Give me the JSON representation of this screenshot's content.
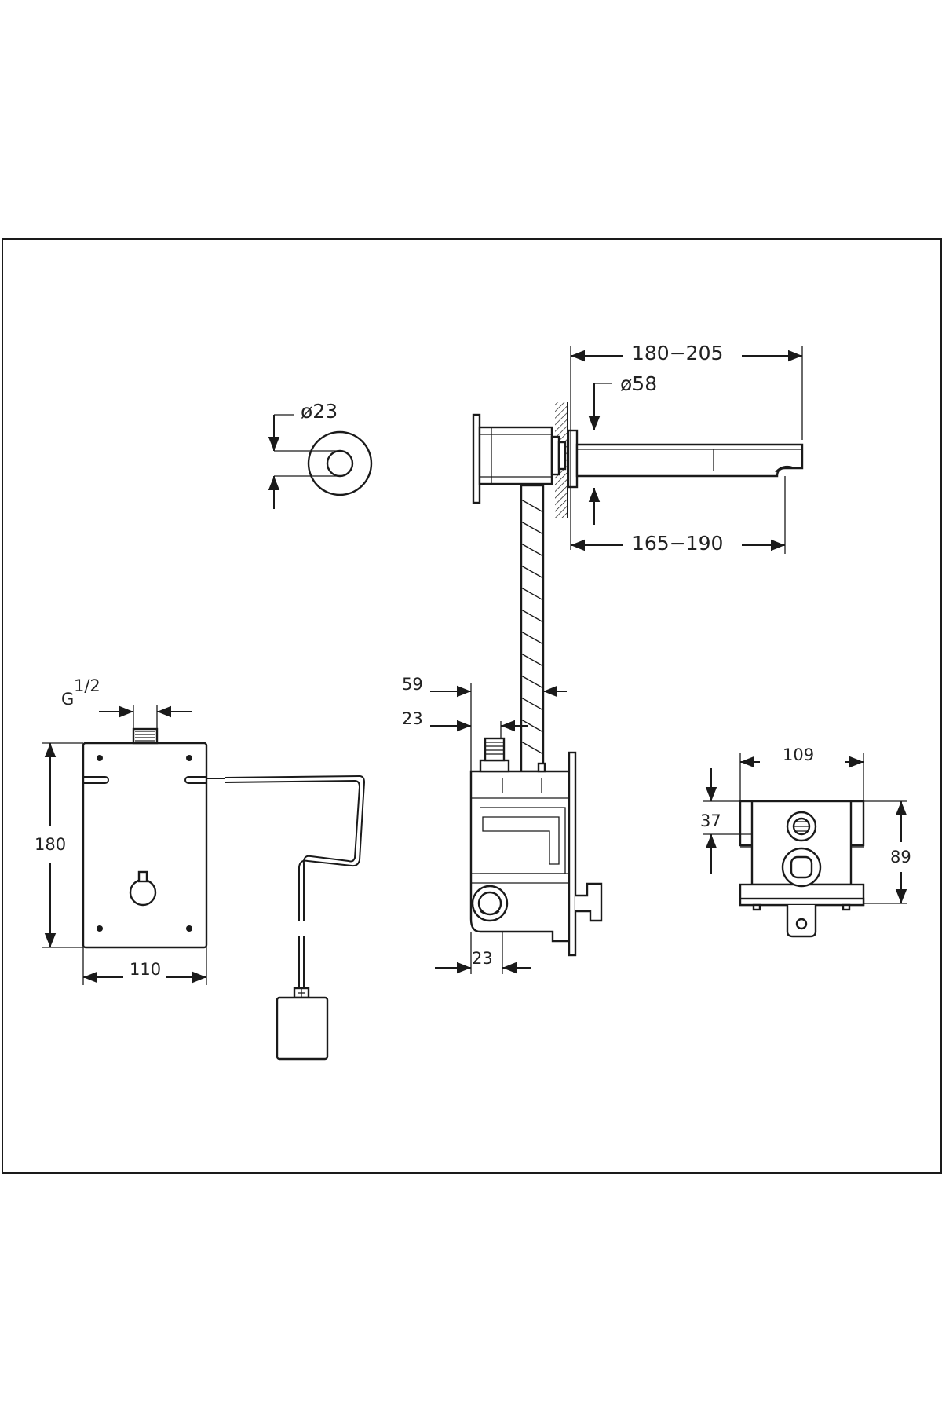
{
  "labels": {
    "spout_projection_max": "180−205",
    "flange_diameter": "ø58",
    "spout_projection_min": "165−190",
    "sensor_diameter": "ø23",
    "depth_59": "59",
    "depth_23_top": "23",
    "depth_23_bottom": "23",
    "thread_g": "G",
    "thread_frac": "1/2",
    "box_height": "180",
    "box_width": "110",
    "body_width": "109",
    "body_offset": "37",
    "body_height": "89"
  }
}
